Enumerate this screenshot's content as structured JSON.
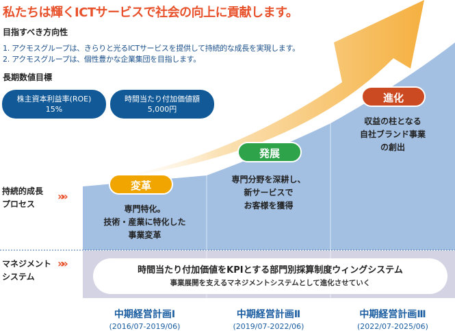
{
  "title": "私たちは輝くICTサービスで社会の向上に貢献します。",
  "direction": {
    "heading": "目指すべき方向性",
    "items": [
      "1. アクモスグループは、きらりと光るICTサービスを提供して持続的な成長を実現します。",
      "2. アクモスグループは、個性豊かな企業集団を目指します。"
    ]
  },
  "targets": {
    "heading": "長期数値目標",
    "items": [
      {
        "label": "株主資本利益率(ROE)",
        "value": "15%"
      },
      {
        "label": "時間当たり付加価値額",
        "value": "5,000円"
      }
    ]
  },
  "rows": {
    "growth": [
      "持続的成長",
      "プロセス"
    ],
    "management": [
      "マネジメント",
      "システム"
    ],
    "chevron": "»»"
  },
  "phases": [
    {
      "badge": "変革",
      "color": "#f0a500",
      "desc": [
        "専門特化。",
        "技術・産業に特化した",
        "事業変革"
      ],
      "plan": "中期経営計画Ⅰ",
      "period": "(2016/07-2019/06)"
    },
    {
      "badge": "発展",
      "color": "#2ea34a",
      "desc": [
        "専門分野を深耕し、",
        "新サービスで",
        "お客様を獲得"
      ],
      "plan": "中期経営計画Ⅱ",
      "period": "(2019/07-2022/06)"
    },
    {
      "badge": "進化",
      "color": "#cc4a22",
      "desc": [
        "収益の柱となる",
        "自社ブランド事業",
        "の創出"
      ],
      "plan": "中期経営計画Ⅲ",
      "period": "(2022/07-2025/06)"
    }
  ],
  "wing": {
    "main": "時間当たり付加価値をKPIとする部門別採算制度ウィングシステム",
    "sub": "事業展開を支えるマネジメントシステムとして進化させていく"
  }
}
